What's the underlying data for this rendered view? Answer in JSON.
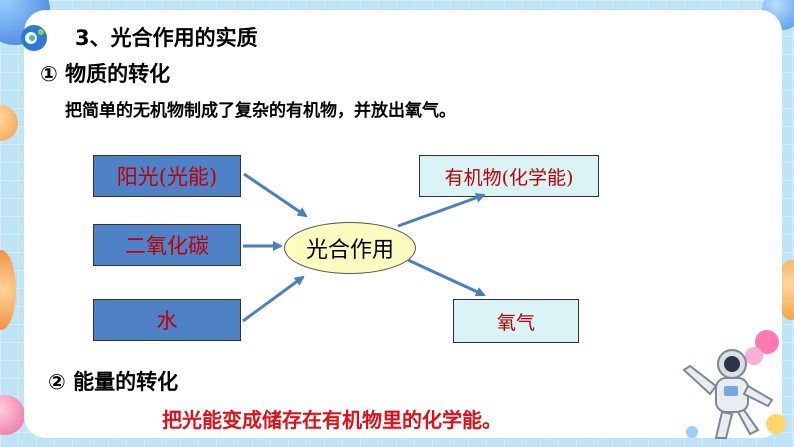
{
  "title": "3、光合作用的实质",
  "section1": {
    "heading": "① 物质的转化",
    "description": "把简单的无机物制成了复杂的有机物，并放出氧气。"
  },
  "diagram": {
    "inputs": [
      "阳光(光能)",
      "二氧化碳",
      "水"
    ],
    "process": "光合作用",
    "outputs": [
      "有机物(化学能)",
      "氧气"
    ]
  },
  "section2": {
    "heading": "② 能量的转化",
    "result": "把光能变成储存在有机物里的化学能。"
  },
  "colors": {
    "input_box": "#4f81c7",
    "output_box": "#d9f3f6",
    "process_fill": "#fdfcc0",
    "arrow": "#4a7fc0",
    "box_text": "#c00000",
    "result_text": "#e0101a"
  }
}
